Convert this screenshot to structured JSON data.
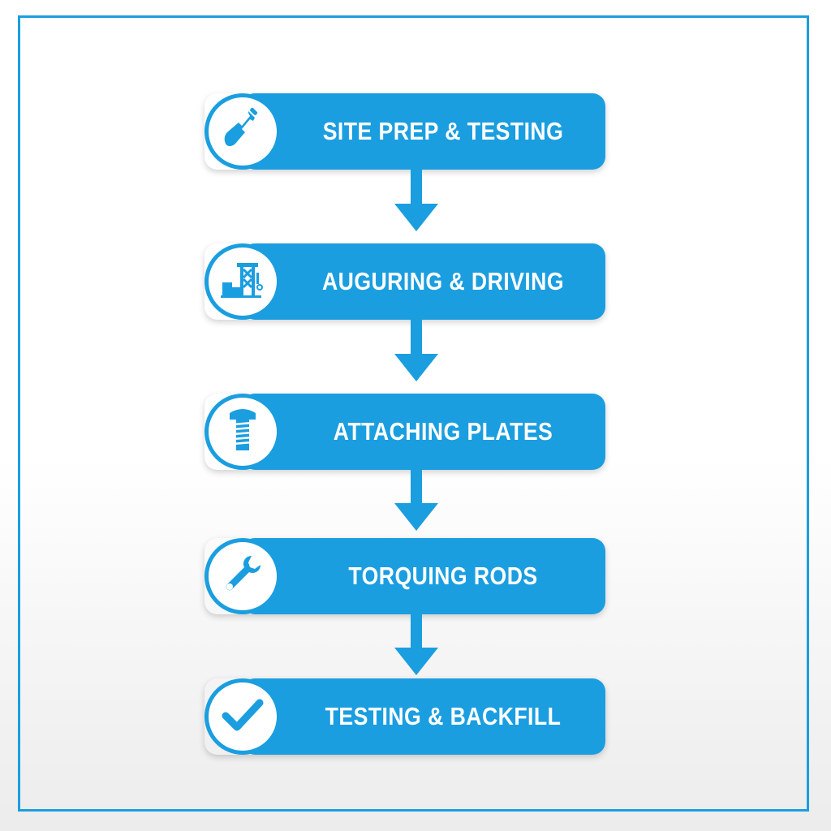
{
  "colors": {
    "accent": "#1a9ee0",
    "label": "#ffffff",
    "icon_bg": "#ffffff"
  },
  "steps": [
    {
      "label": "SITE PREP & TESTING",
      "icon": "shovel-icon"
    },
    {
      "label": "AUGURING & DRIVING",
      "icon": "drilling-rig-icon"
    },
    {
      "label": "ATTACHING PLATES",
      "icon": "bolt-icon"
    },
    {
      "label": "TORQUING RODS",
      "icon": "wrench-icon"
    },
    {
      "label": "TESTING & BACKFILL",
      "icon": "checkmark-icon"
    }
  ]
}
